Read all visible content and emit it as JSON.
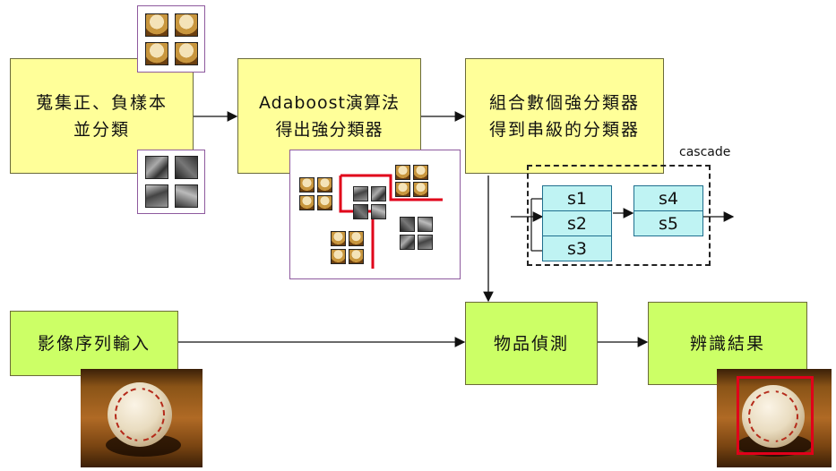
{
  "boxes": {
    "collect": {
      "line1": "蒐集正、負樣本",
      "line2": "並分類"
    },
    "adaboost": {
      "line1": "Adaboost演算法",
      "line2": "得出強分類器"
    },
    "combine": {
      "line1": "組合數個強分類器",
      "line2": "得到串級的分類器"
    },
    "input": {
      "label": "影像序列輸入"
    },
    "detect": {
      "label": "物品偵測"
    },
    "result": {
      "label": "辨識結果"
    }
  },
  "cascade": {
    "label": "cascade",
    "stages": [
      "s1",
      "s2",
      "s3",
      "s4",
      "s5"
    ]
  },
  "colors": {
    "box_yellow": "#ffff99",
    "box_green": "#ccff66",
    "stage_fill": "#bff3f3",
    "separator_line": "#e0001a",
    "result_frame": "#e0001a",
    "thumbnail_border": "#8e5a9e"
  },
  "icons": {
    "positive_samples": "bread-thumbnail-grid",
    "negative_samples": "grayscale-texture-grid",
    "input_image": "baseball-photo",
    "result_image": "baseball-photo-with-detection-box"
  }
}
